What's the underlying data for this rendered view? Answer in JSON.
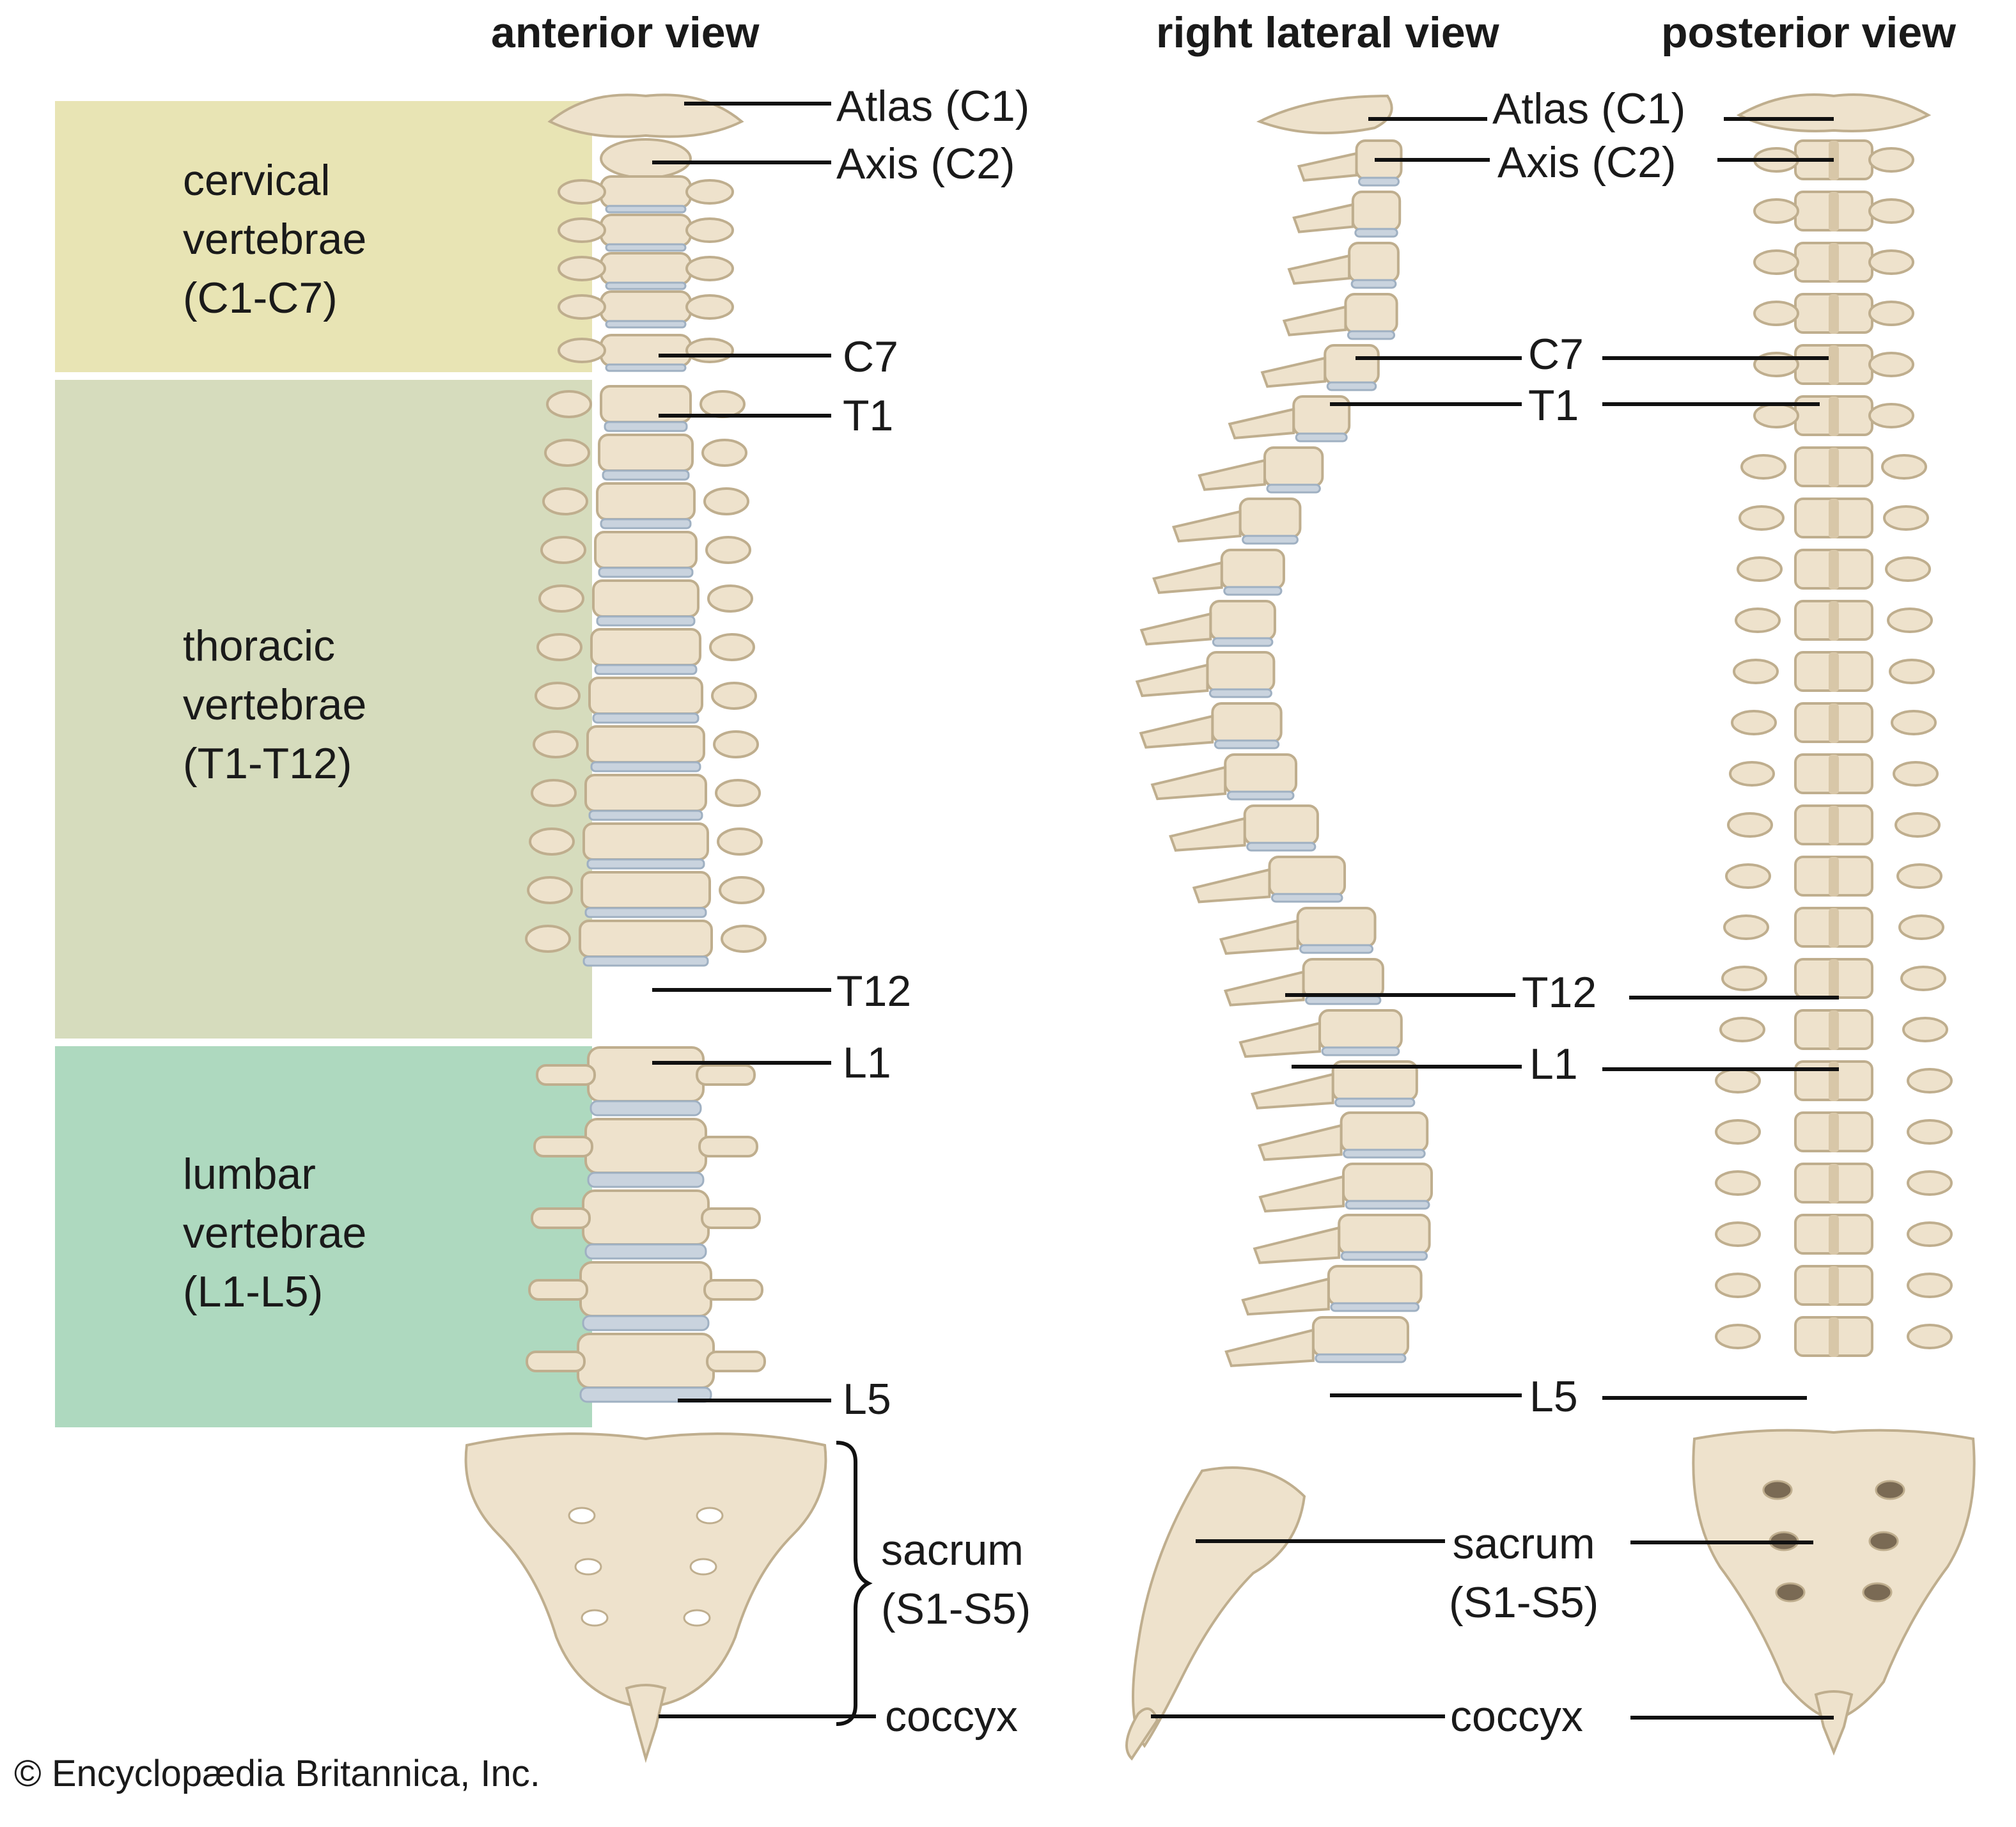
{
  "views": {
    "anterior": "anterior view",
    "lateral": "right lateral view",
    "posterior": "posterior view"
  },
  "regions": {
    "cervical": [
      "cervical",
      "vertebrae",
      "(C1-C7)"
    ],
    "thoracic": [
      "thoracic",
      "vertebrae",
      "(T1-T12)"
    ],
    "lumbar": [
      "lumbar",
      "vertebrae",
      "(L1-L5)"
    ]
  },
  "labels": {
    "atlas": "Atlas (C1)",
    "axis": "Axis (C2)",
    "c7": "C7",
    "t1": "T1",
    "t12": "T12",
    "l1": "L1",
    "l5": "L5",
    "sacrum": [
      "sacrum",
      "(S1-S5)"
    ],
    "coccyx": "coccyx"
  },
  "copyright": "© Encyclopædia Britannica, Inc.",
  "colors": {
    "cervical_band": "#e8e4b4",
    "thoracic_band": "#d6dcbd",
    "lumbar_band": "#aed9bf",
    "bone": "#eee2cc",
    "bone_shadow": "#d8c7a8",
    "bone_outline": "#bfae8e",
    "disc": "#c9d3de",
    "leader": "#111111"
  }
}
